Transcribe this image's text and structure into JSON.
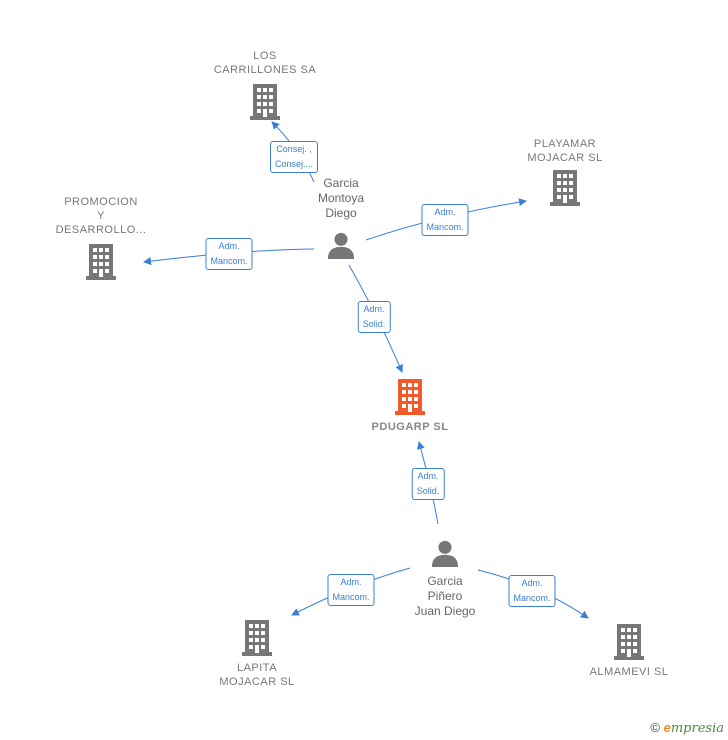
{
  "colors": {
    "building": "#777777",
    "main_building": "#f4592b",
    "person": "#777777",
    "edge": "#3a7fd5"
  },
  "companies": [
    {
      "id": "los_carrillones",
      "label": "LOS\nCARRILLONES SA",
      "icon": "building-icon"
    },
    {
      "id": "playamar",
      "label": "PLAYAMAR\nMOJACAR  SL",
      "icon": "building-icon"
    },
    {
      "id": "promocion",
      "label": "PROMOCION\nY\nDESARROLLO...",
      "icon": "building-icon"
    },
    {
      "id": "pdugarp",
      "label": "PDUGARP  SL",
      "icon": "building-icon",
      "main": true
    },
    {
      "id": "lapita",
      "label": "LAPITA\nMOJACAR  SL",
      "icon": "building-icon"
    },
    {
      "id": "almamevi",
      "label": "ALMAMEVI  SL",
      "icon": "building-icon"
    }
  ],
  "persons": [
    {
      "id": "garcia_montoya",
      "label": "Garcia\nMontoya\nDiego",
      "icon": "person-icon"
    },
    {
      "id": "garcia_pinero",
      "label": "Garcia\nPiñero\nJuan Diego",
      "icon": "person-icon"
    }
  ],
  "edges": [
    {
      "from": "garcia_montoya",
      "to": "los_carrillones",
      "label": "Consej. ,\nConsej...."
    },
    {
      "from": "garcia_montoya",
      "to": "playamar",
      "label": "Adm.\nMancom."
    },
    {
      "from": "garcia_montoya",
      "to": "promocion",
      "label": "Adm.\nMancom."
    },
    {
      "from": "garcia_montoya",
      "to": "pdugarp",
      "label": "Adm.\nSolid."
    },
    {
      "from": "garcia_pinero",
      "to": "pdugarp",
      "label": "Adm.\nSolid."
    },
    {
      "from": "garcia_pinero",
      "to": "lapita",
      "label": "Adm.\nMancom."
    },
    {
      "from": "garcia_pinero",
      "to": "almamevi",
      "label": "Adm.\nMancom."
    }
  ],
  "footer": {
    "copyright": "©",
    "brand_e": "e",
    "brand_rest": "mpresia"
  }
}
